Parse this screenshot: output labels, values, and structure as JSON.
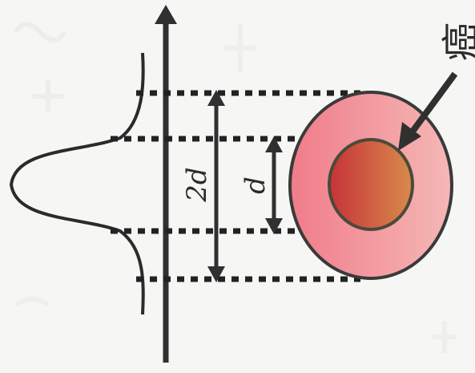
{
  "diagram": {
    "labels": {
      "outer_width": "2d",
      "inner_width": "d",
      "tumor_label": "癌"
    },
    "colors": {
      "axis": "#303030",
      "dotted_line": "#222222",
      "outer_ellipse_fill_start": "#f07c8a",
      "outer_ellipse_fill_end": "#f4b5b3",
      "inner_ellipse_fill_start": "#c9363a",
      "inner_ellipse_fill_end": "#d6894a",
      "outline": "#3a3a3a",
      "faint_background_text": "#e7e7e4"
    }
  }
}
